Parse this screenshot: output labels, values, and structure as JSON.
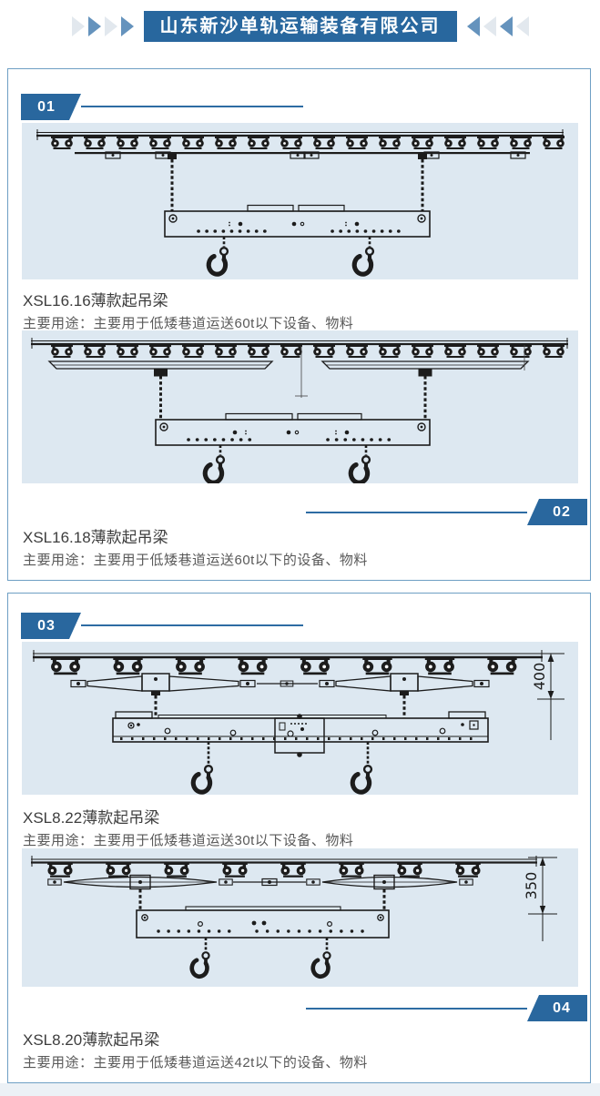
{
  "header": {
    "company_name": "山东新沙单轨运输装备有限公司"
  },
  "products": [
    {
      "number": "01",
      "title": "XSL16.16薄款起吊梁",
      "description": "主要用途：主要用于低矮巷道运送60t以下设备、物料"
    },
    {
      "number": "02",
      "title": "XSL16.18薄款起吊梁",
      "description": "主要用途：主要用于低矮巷道运送60t以下的设备、物料"
    },
    {
      "number": "03",
      "title": "XSL8.22薄款起吊梁",
      "description": "主要用途：主要用于低矮巷道运送30t以下设备、物料",
      "dimension": "400"
    },
    {
      "number": "04",
      "title": "XSL8.20薄款起吊梁",
      "description": "主要用途：主要用于低矮巷道运送42t以下的设备、物料",
      "dimension": "350"
    }
  ],
  "colors": {
    "brand_blue": "#28679e",
    "badge_blue": "#29679e",
    "accent_line": "#2d6ca3",
    "arrow_blue": "#6593bd",
    "arrow_light": "#e2e8ee",
    "card_border": "#6e9fc4",
    "diagram_background": "#dde8f1"
  }
}
